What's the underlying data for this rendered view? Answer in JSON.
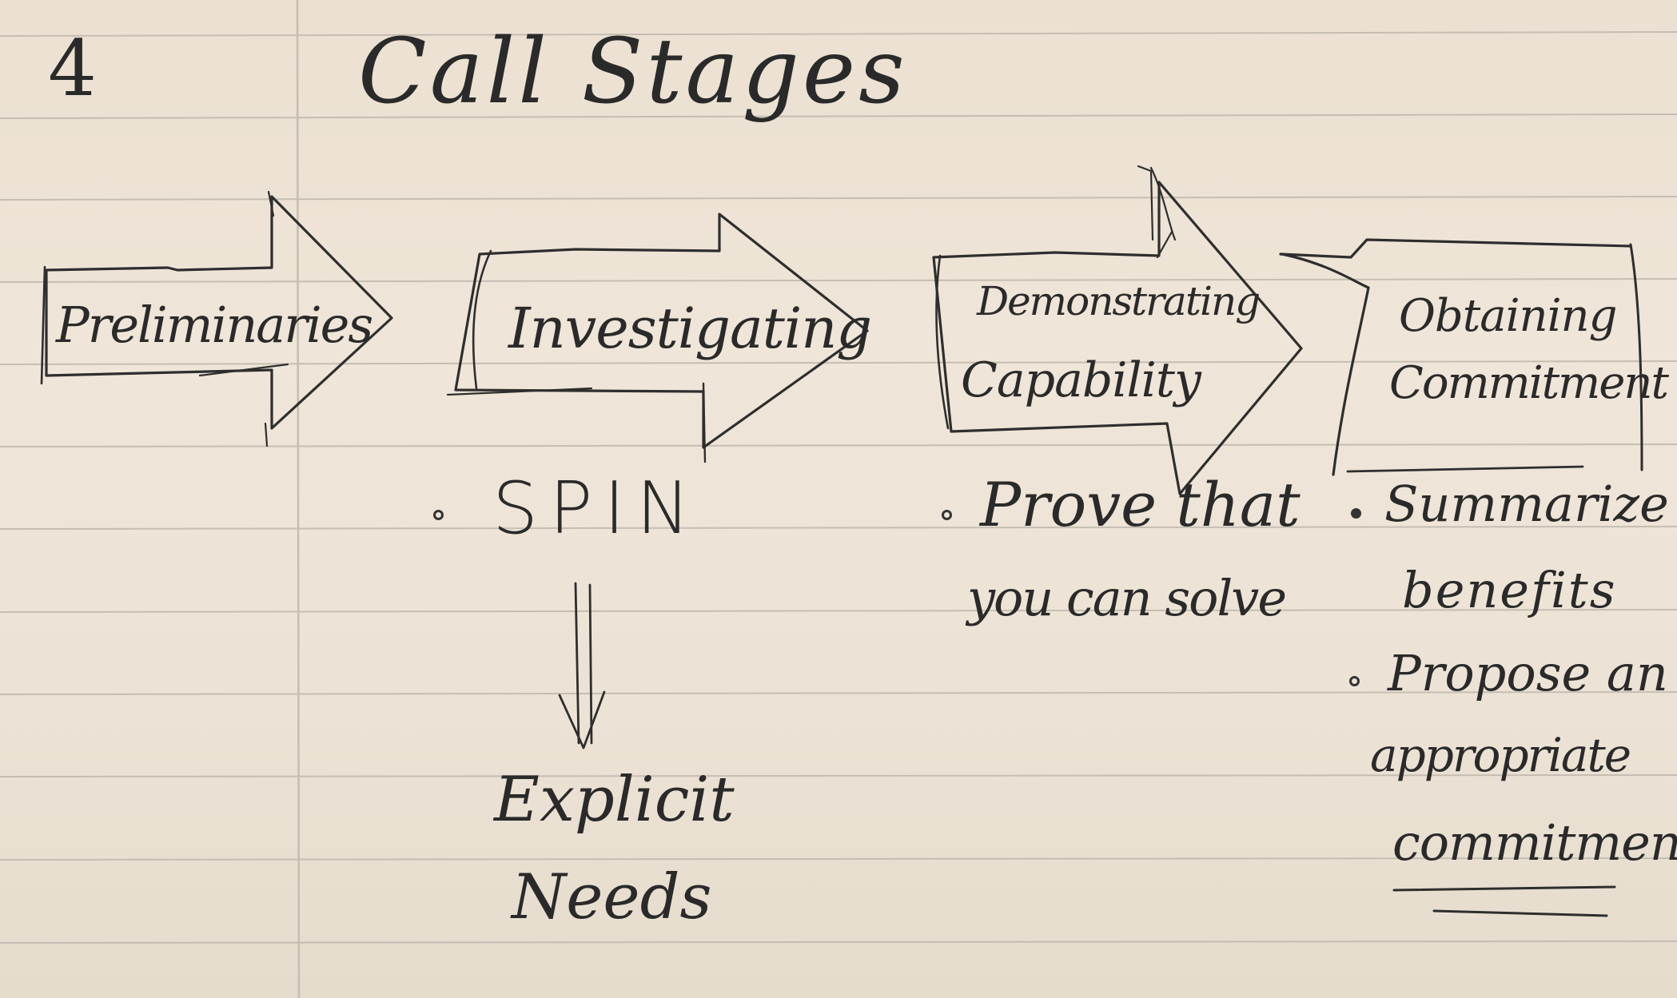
{
  "page_number": "4",
  "title": "Call Stages",
  "stages": [
    {
      "label": "Preliminaries"
    },
    {
      "label": "Investigating",
      "bullets": [
        "SPIN"
      ],
      "result": "Explicit Needs"
    },
    {
      "label_line1": "Demonstrating",
      "label_line2": "Capability",
      "bullets": [
        "Prove that you can solve"
      ]
    },
    {
      "label_line1": "Obtaining",
      "label_line2": "Commitment",
      "bullets": [
        "Summarize benefits",
        "Propose an appropriate commitment"
      ]
    }
  ],
  "bullet_lines": {
    "spin": "SPIN",
    "prove_1": "Prove that",
    "prove_2": "you can solve",
    "summarize_1": "Summarize",
    "summarize_2": "benefits",
    "propose_1": "Propose an",
    "propose_2": "appropriate",
    "propose_3": "commitment"
  },
  "result_lines": {
    "line1": "Explicit",
    "line2": "Needs"
  },
  "colors": {
    "paper": "#ece1d2",
    "rule_line": "#b9b3aa",
    "margin_line": "#c9bfb3",
    "ink": "#2a2a2a"
  }
}
